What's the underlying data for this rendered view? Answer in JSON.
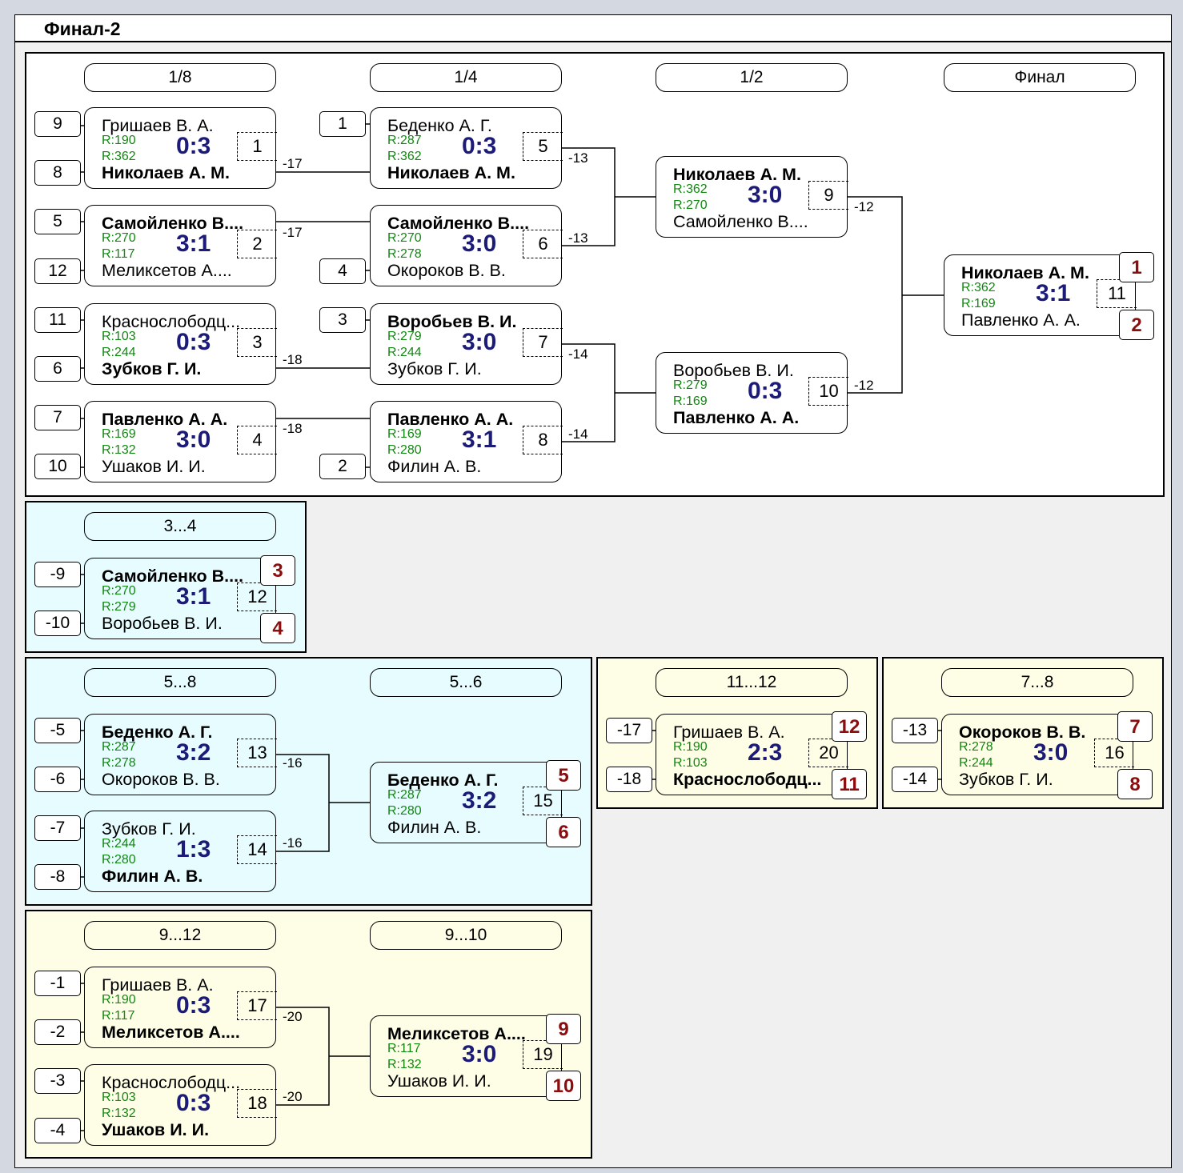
{
  "title": "Финал-2",
  "panels": {
    "main": {
      "rounds": [
        "1/8",
        "1/4",
        "1/2",
        "Финал"
      ],
      "seeds": [
        "9",
        "8",
        "5",
        "12",
        "11",
        "6",
        "7",
        "10",
        "1",
        "4",
        "3",
        "2"
      ],
      "drop_labels": [
        "-17",
        "-17",
        "-18",
        "-18",
        "-13",
        "-13",
        "-14",
        "-14",
        "-12",
        "-12"
      ],
      "places": [
        "1",
        "2"
      ],
      "matches": [
        {
          "p1": "Гришаев В. А.",
          "p2": "Николаев А. М.",
          "r1": "R:190",
          "r2": "R:362",
          "score": "0:3",
          "num": "1"
        },
        {
          "p1": "Самойленко В....",
          "p2": "Меликсетов А....",
          "r1": "R:270",
          "r2": "R:117",
          "score": "3:1",
          "num": "2"
        },
        {
          "p1": "Краснослободц...",
          "p2": "Зубков Г. И.",
          "r1": "R:103",
          "r2": "R:244",
          "score": "0:3",
          "num": "3"
        },
        {
          "p1": "Павленко А. А.",
          "p2": "Ушаков И. И.",
          "r1": "R:169",
          "r2": "R:132",
          "score": "3:0",
          "num": "4"
        },
        {
          "p1": "Беденко А. Г.",
          "p2": "Николаев А. М.",
          "r1": "R:287",
          "r2": "R:362",
          "score": "0:3",
          "num": "5"
        },
        {
          "p1": "Самойленко В....",
          "p2": "Окороков В. В.",
          "r1": "R:270",
          "r2": "R:278",
          "score": "3:0",
          "num": "6"
        },
        {
          "p1": "Воробьев В. И.",
          "p2": "Зубков Г. И.",
          "r1": "R:279",
          "r2": "R:244",
          "score": "3:0",
          "num": "7"
        },
        {
          "p1": "Павленко А. А.",
          "p2": "Филин А. В.",
          "r1": "R:169",
          "r2": "R:280",
          "score": "3:1",
          "num": "8"
        },
        {
          "p1": "Николаев А. М.",
          "p2": "Самойленко В....",
          "r1": "R:362",
          "r2": "R:270",
          "score": "3:0",
          "num": "9"
        },
        {
          "p1": "Воробьев В. И.",
          "p2": "Павленко А. А.",
          "r1": "R:279",
          "r2": "R:169",
          "score": "0:3",
          "num": "10"
        },
        {
          "p1": "Николаев А. М.",
          "p2": "Павленко А. А.",
          "r1": "R:362",
          "r2": "R:169",
          "score": "3:1",
          "num": "11"
        }
      ]
    },
    "p34": {
      "rounds": [
        "3...4"
      ],
      "seeds": [
        "-9",
        "-10"
      ],
      "places": [
        "3",
        "4"
      ],
      "matches": [
        {
          "p1": "Самойленко В....",
          "p2": "Воробьев В. И.",
          "r1": "R:270",
          "r2": "R:279",
          "score": "3:1",
          "num": "12"
        }
      ]
    },
    "p58": {
      "rounds": [
        "5...8",
        "5...6"
      ],
      "seeds": [
        "-5",
        "-6",
        "-7",
        "-8"
      ],
      "drop_labels": [
        "-16",
        "-16"
      ],
      "places": [
        "5",
        "6"
      ],
      "matches": [
        {
          "p1": "Беденко А. Г.",
          "p2": "Окороков В. В.",
          "r1": "R:287",
          "r2": "R:278",
          "score": "3:2",
          "num": "13"
        },
        {
          "p1": "Зубков Г. И.",
          "p2": "Филин А. В.",
          "r1": "R:244",
          "r2": "R:280",
          "score": "1:3",
          "num": "14"
        },
        {
          "p1": "Беденко А. Г.",
          "p2": "Филин А. В.",
          "r1": "R:287",
          "r2": "R:280",
          "score": "3:2",
          "num": "15"
        }
      ]
    },
    "p1112": {
      "rounds": [
        "11...12"
      ],
      "seeds": [
        "-17",
        "-18"
      ],
      "places": [
        "12",
        "11"
      ],
      "matches": [
        {
          "p1": "Гришаев В. А.",
          "p2": "Краснослободц...",
          "r1": "R:190",
          "r2": "R:103",
          "score": "2:3",
          "num": "20"
        }
      ]
    },
    "p78": {
      "rounds": [
        "7...8"
      ],
      "seeds": [
        "-13",
        "-14"
      ],
      "places": [
        "7",
        "8"
      ],
      "matches": [
        {
          "p1": "Окороков В. В.",
          "p2": "Зубков Г. И.",
          "r1": "R:278",
          "r2": "R:244",
          "score": "3:0",
          "num": "16"
        }
      ]
    },
    "p912": {
      "rounds": [
        "9...12",
        "9...10"
      ],
      "seeds": [
        "-1",
        "-2",
        "-3",
        "-4"
      ],
      "drop_labels": [
        "-20",
        "-20"
      ],
      "places": [
        "9",
        "10"
      ],
      "matches": [
        {
          "p1": "Гришаев В. А.",
          "p2": "Меликсетов А....",
          "r1": "R:190",
          "r2": "R:117",
          "score": "0:3",
          "num": "17"
        },
        {
          "p1": "Краснослободц...",
          "p2": "Ушаков И. И.",
          "r1": "R:103",
          "r2": "R:132",
          "score": "0:3",
          "num": "18"
        },
        {
          "p1": "Меликсетов А....",
          "p2": "Ушаков И. И.",
          "r1": "R:117",
          "r2": "R:132",
          "score": "3:0",
          "num": "19"
        }
      ]
    }
  }
}
